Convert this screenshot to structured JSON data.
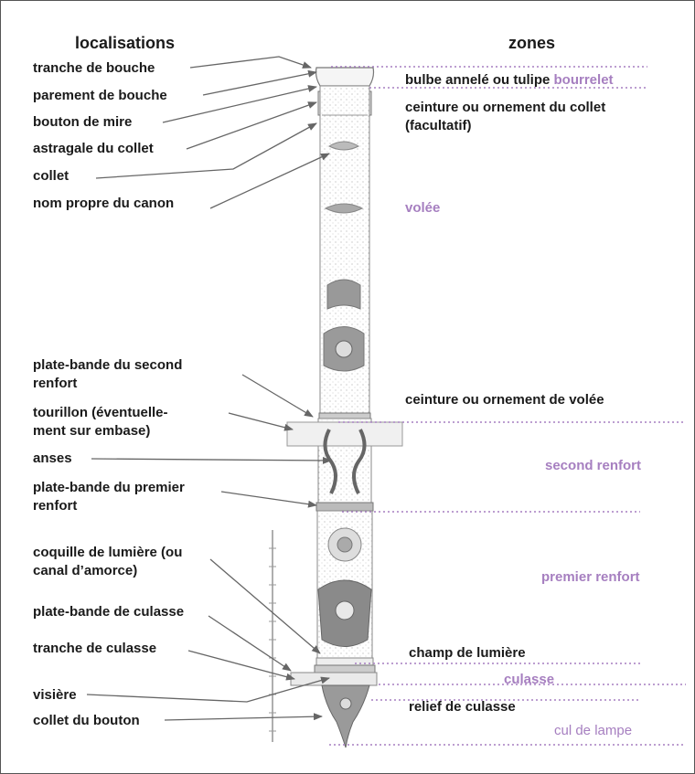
{
  "headers": {
    "left": "localisations",
    "right": "zones"
  },
  "locations": [
    "tranche de bouche",
    "parement de bouche",
    "bouton de mire",
    "astragale du collet",
    "collet",
    "nom propre du canon",
    "plate-bande du second renfort",
    "tourillon (éventuelle-ment sur embase)",
    "anses",
    "plate-bande du premier renfort",
    "coquille de lumière (ou canal d’amorce)",
    "plate-bande de culasse",
    "tranche de culasse",
    "visière",
    "collet du bouton"
  ],
  "location_lines": {
    "second_renfort_band": [
      "plate-bande du second",
      "renfort"
    ],
    "tourillon": [
      "tourillon (éventuelle-",
      "ment sur embase)"
    ],
    "premier_renfort_band": [
      "plate-bande du premier",
      "renfort"
    ],
    "coquille": [
      "coquille de lumière (ou",
      "canal d’amorce)"
    ]
  },
  "zones_black": {
    "bulbe": "bulbe annelé ou tulipe",
    "ceinture_collet": [
      "ceinture ou ornement du collet",
      "(facultatif)"
    ],
    "ceinture_volee": "ceinture ou ornement de volée",
    "champ_lumiere": "champ de lumière",
    "relief_culasse": "relief de culasse"
  },
  "zones_purple": {
    "bourrelet": "bourrelet",
    "volee": "volée",
    "second_renfort": "second renfort",
    "premier_renfort": "premier renfort",
    "culasse": "culasse",
    "cul_de_lampe": "cul de lampe"
  },
  "colors": {
    "zone_purple": "#a67fc0",
    "text": "#1a1a1a",
    "arrow": "#666666",
    "dotted": "#a67fc0"
  }
}
